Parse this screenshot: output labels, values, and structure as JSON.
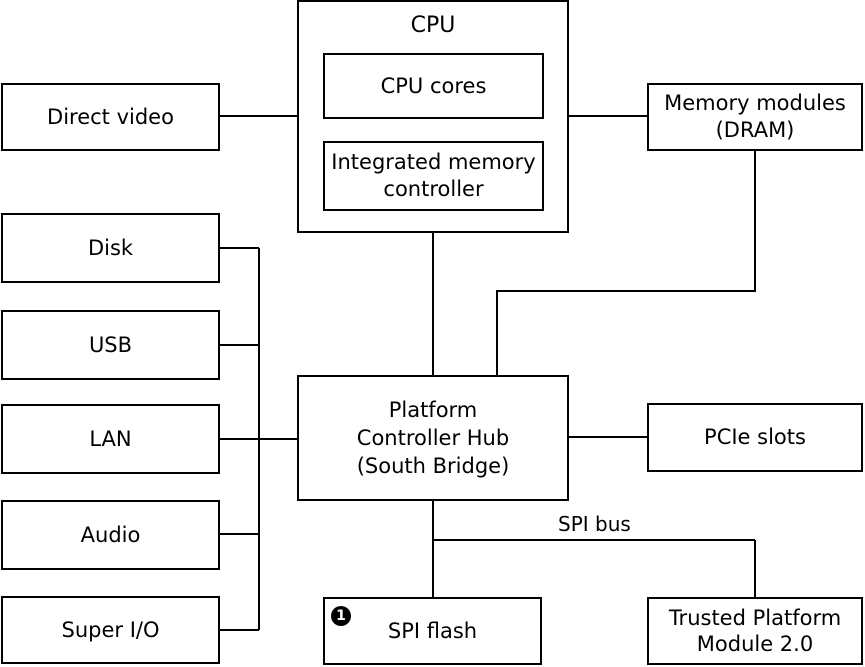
{
  "diagram": {
    "cpu": {
      "title": "CPU",
      "cores": "CPU cores",
      "imc": "Integrated memory\ncontroller"
    },
    "direct_video": "Direct video",
    "memory_modules": "Memory modules\n(DRAM)",
    "pch": "Platform\nController Hub\n(South Bridge)",
    "pcie_slots": "PCIe slots",
    "peripherals": {
      "disk": "Disk",
      "usb": "USB",
      "lan": "LAN",
      "audio": "Audio",
      "super_io": "Super I/O"
    },
    "spi_bus_label": "SPI bus",
    "spi_flash": "SPI flash",
    "spi_flash_marker": "1",
    "tpm": "Trusted Platform\nModule 2.0"
  }
}
